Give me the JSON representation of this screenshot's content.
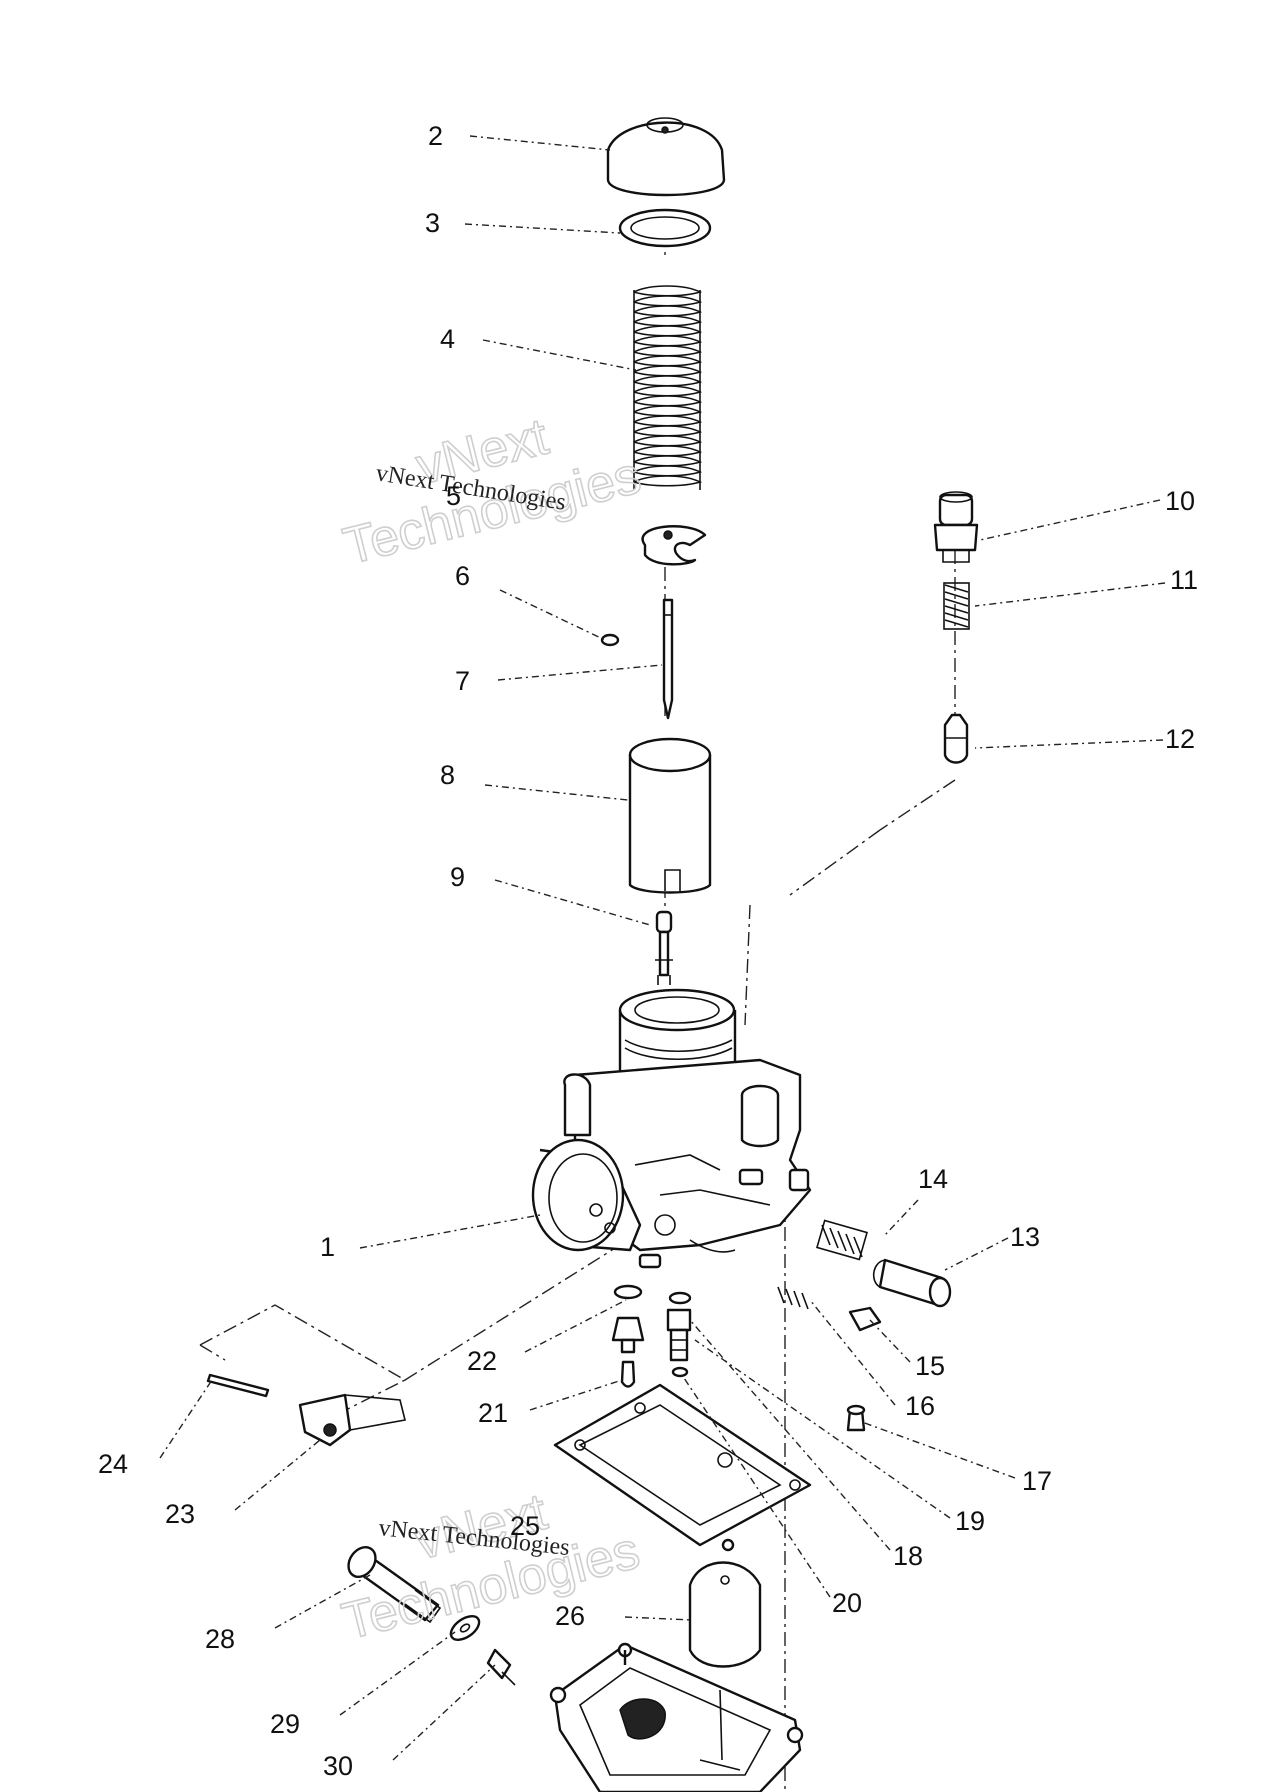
{
  "watermarks": {
    "brand_top": "vNext",
    "brand_bottom": "Technologies",
    "small_text": "vNext Technologies"
  },
  "callouts": [
    {
      "n": "1"
    },
    {
      "n": "2"
    },
    {
      "n": "3"
    },
    {
      "n": "4"
    },
    {
      "n": "5"
    },
    {
      "n": "6"
    },
    {
      "n": "7"
    },
    {
      "n": "8"
    },
    {
      "n": "9"
    },
    {
      "n": "10"
    },
    {
      "n": "11"
    },
    {
      "n": "12"
    },
    {
      "n": "13"
    },
    {
      "n": "14"
    },
    {
      "n": "15"
    },
    {
      "n": "16"
    },
    {
      "n": "17"
    },
    {
      "n": "18"
    },
    {
      "n": "19"
    },
    {
      "n": "20"
    },
    {
      "n": "21"
    },
    {
      "n": "22"
    },
    {
      "n": "23"
    },
    {
      "n": "24"
    },
    {
      "n": "25"
    },
    {
      "n": "26"
    },
    {
      "n": "28"
    },
    {
      "n": "29"
    },
    {
      "n": "30"
    }
  ]
}
